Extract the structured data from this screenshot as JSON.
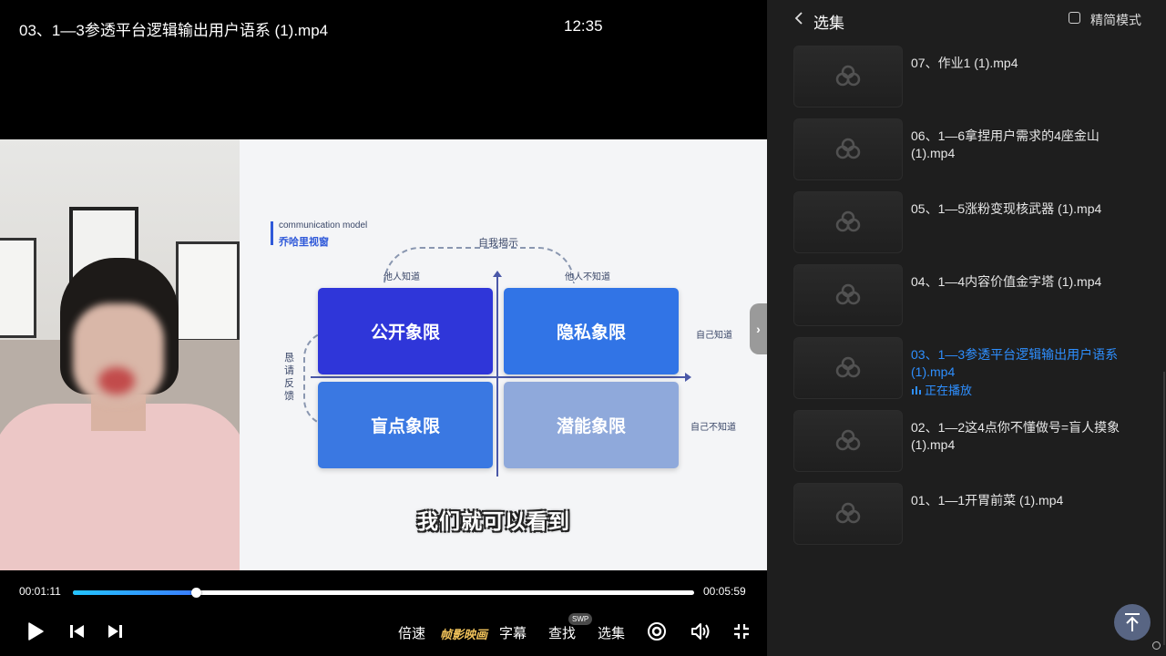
{
  "player": {
    "file_title": "03、1—3参透平台逻辑输出用户语系 (1).mp4",
    "clock": "12:35",
    "slide": {
      "model_en": "communication model",
      "model_cn": "乔哈里视窗",
      "arc_label": "自我揭示",
      "others_know": "他人知道",
      "others_unknown": "他人不知道",
      "self_know": "自己知道",
      "self_unknown": "自己不知道",
      "feedback": "恳请反馈",
      "quadrants": [
        "公开象限",
        "隐私象限",
        "盲点象限",
        "潜能象限"
      ],
      "subtitle": "我们就可以看到"
    },
    "time_current": "00:01:11",
    "time_total": "00:05:59",
    "progress": 0.198,
    "controls": {
      "speed": "倍速",
      "film_mode": "帧影映画",
      "subtitles": "字幕",
      "search": "查找",
      "search_badge": "SWP",
      "episodes": "选集"
    }
  },
  "sidebar": {
    "title": "选集",
    "mode_label": "精简模式",
    "playing_label": "正在播放",
    "episodes": [
      {
        "name": "07、作业1 (1).mp4",
        "active": false
      },
      {
        "name": "06、1—6拿捏用户需求的4座金山 (1).mp4",
        "active": false
      },
      {
        "name": "05、1—5涨粉变现核武器 (1).mp4",
        "active": false
      },
      {
        "name": "04、1—4内容价值金字塔 (1).mp4",
        "active": false
      },
      {
        "name": "03、1—3参透平台逻辑输出用户语系 (1).mp4",
        "active": true
      },
      {
        "name": "02、1—2这4点你不懂做号=盲人摸象 (1).mp4",
        "active": false
      },
      {
        "name": "01、1—1开胃前菜 (1).mp4",
        "active": false
      }
    ]
  },
  "colors": {
    "accent": "#2e8fff",
    "progress_start": "#23c4ff",
    "progress_end": "#3a7dff",
    "sidebar_bg": "#1e1e1e"
  }
}
